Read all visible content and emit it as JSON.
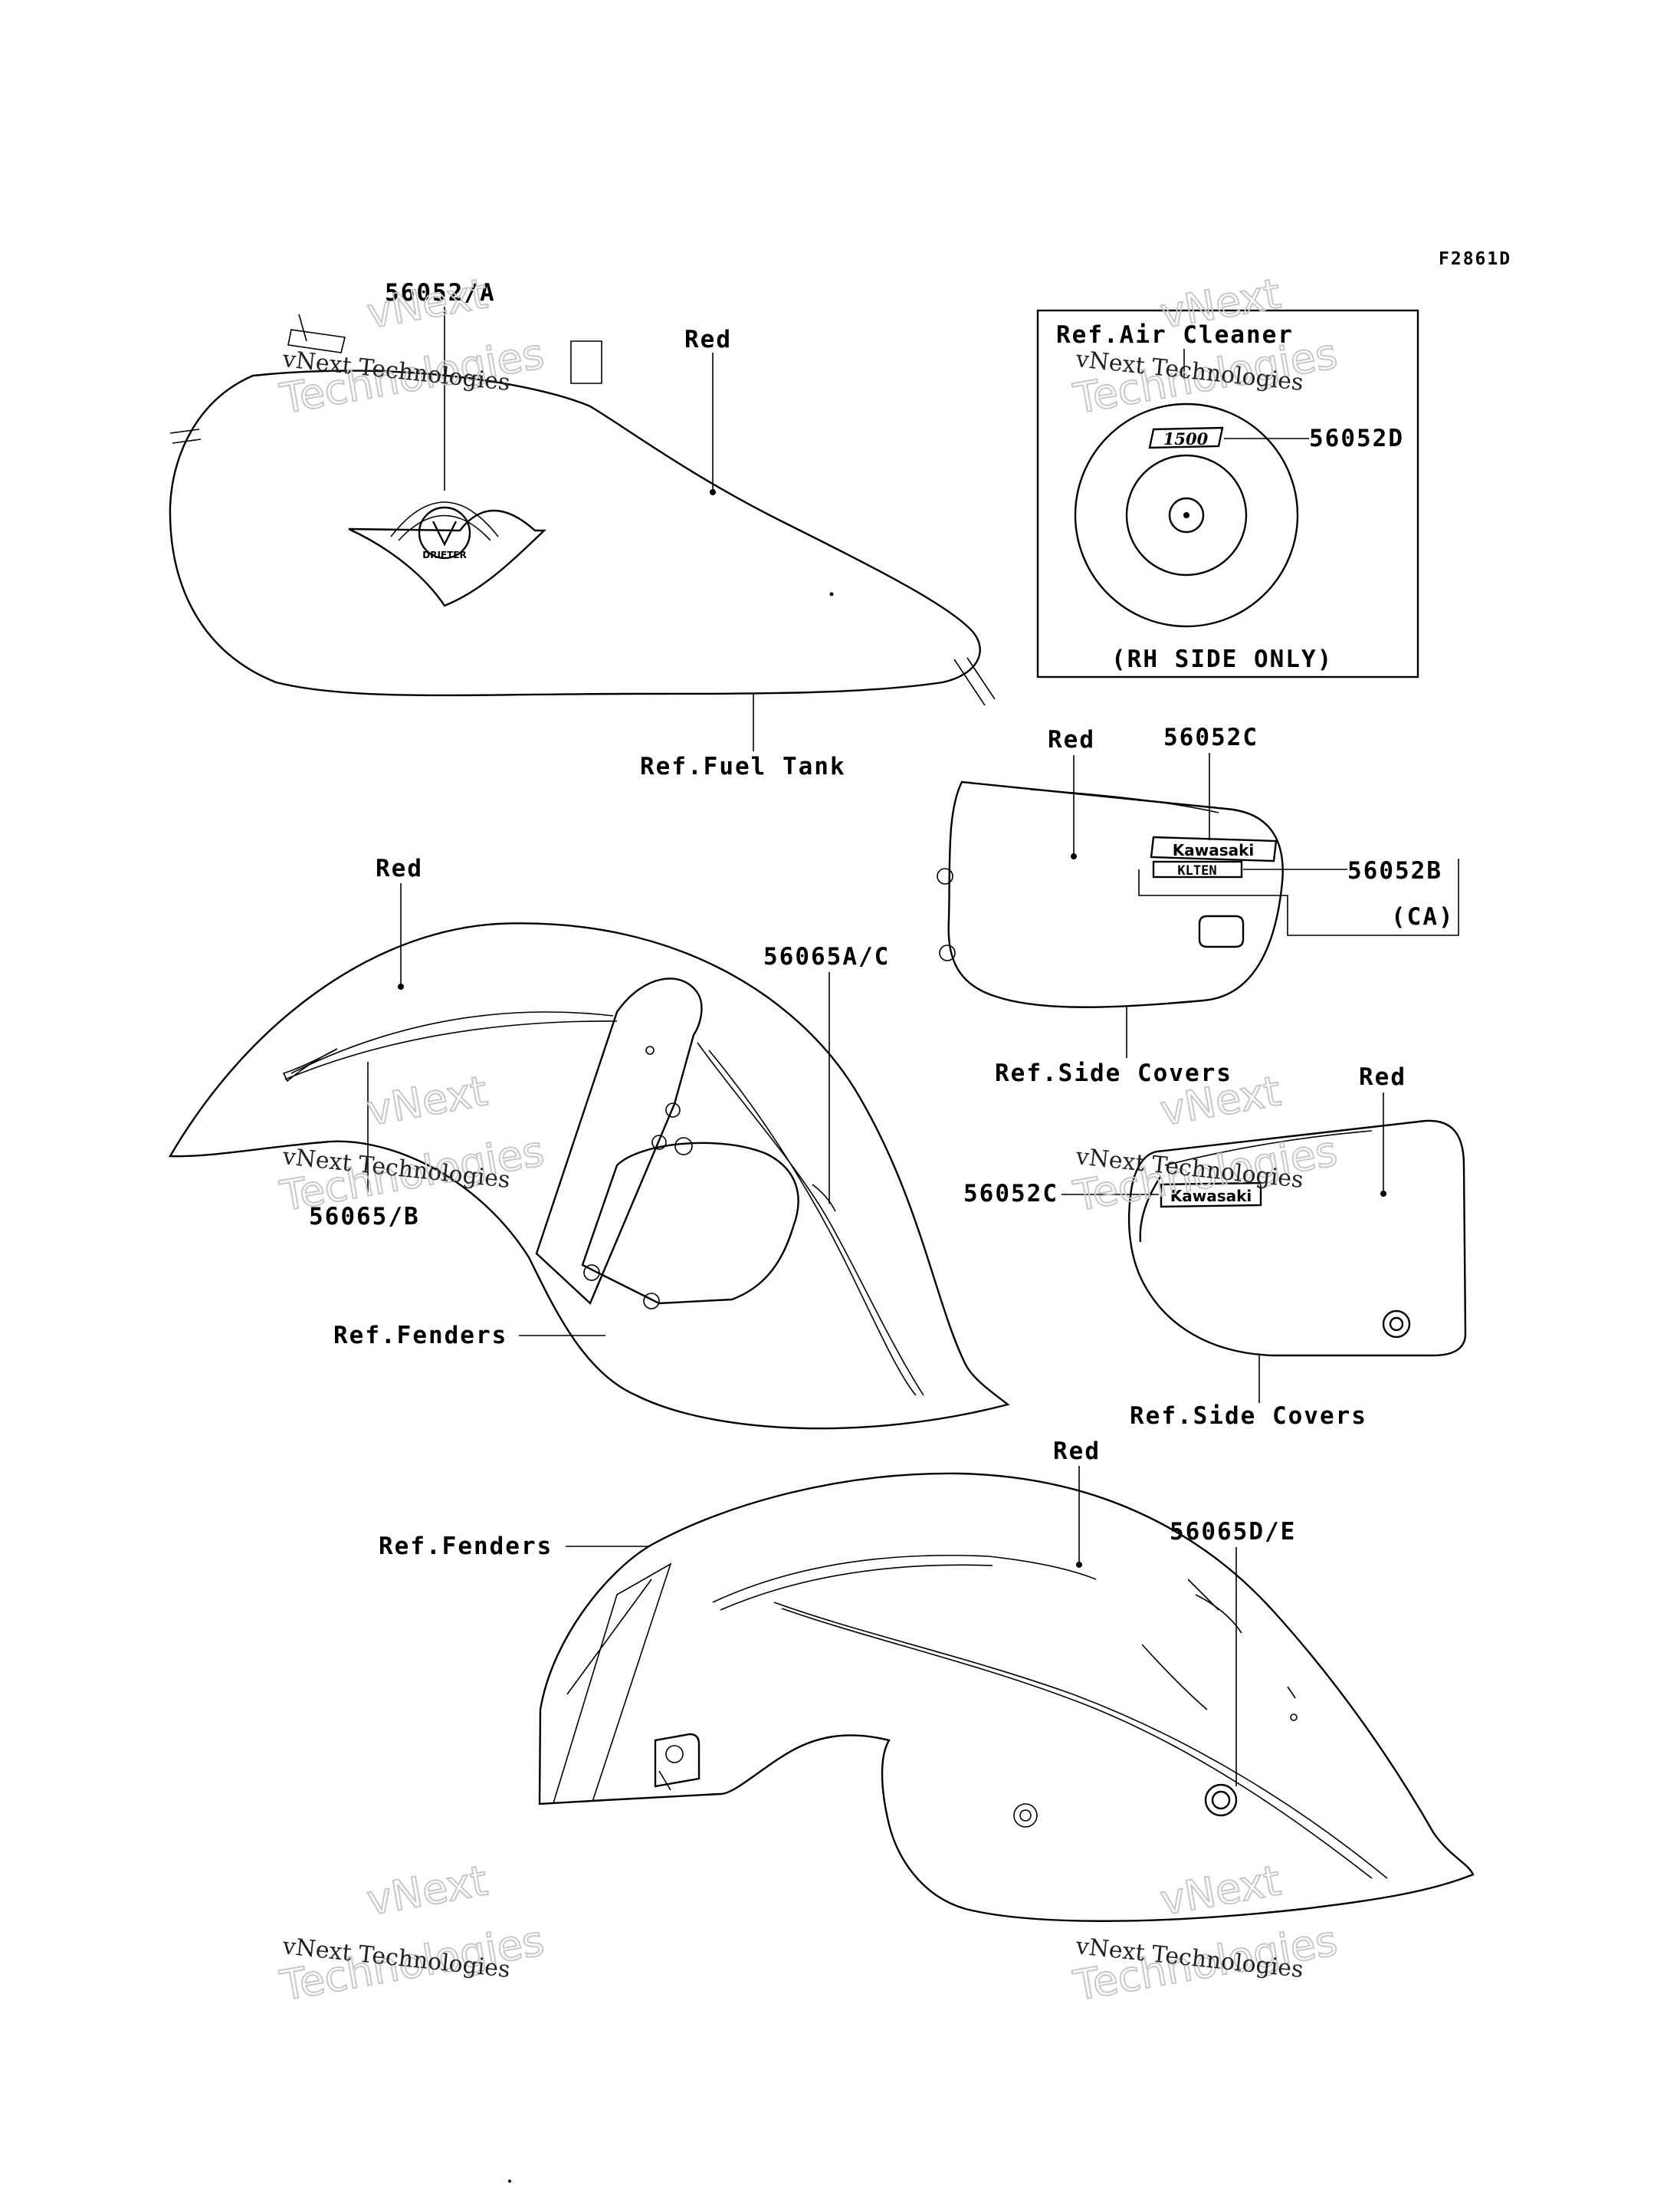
{
  "figure_id": "F2861D",
  "labels": {
    "tank_emblem": "56052/A",
    "tank_color": "Red",
    "fuel_tank_ref": "Ref.Fuel Tank",
    "air_cleaner_ref": "Ref.Air Cleaner",
    "air_cleaner_part": "56052D",
    "air_cleaner_note": "(RH SIDE ONLY)",
    "side_cover_left_color": "Red",
    "side_cover_left_part_c": "56052C",
    "side_cover_left_part_b": "56052B",
    "side_cover_left_part_b_note": "(CA)",
    "side_covers_ref_1": "Ref.Side Covers",
    "front_fender_color": "Red",
    "front_fender_part_ac": "56065A/C",
    "front_fender_part_b": "56065/B",
    "fenders_ref_1": "Ref.Fenders",
    "side_cover_right_color": "Red",
    "side_cover_right_part_c": "56052C",
    "side_covers_ref_2": "Ref.Side Covers",
    "rear_fender_color": "Red",
    "rear_fender_part_de": "56065D/E",
    "fenders_ref_2": "Ref.Fenders"
  },
  "decal_text": {
    "badge": "DRIFTER",
    "displacement": "1500",
    "brand_left": "Kawasaki",
    "brand_left_sub": "KLTEN",
    "brand_right": "Kawasaki"
  },
  "watermark": {
    "line1": "vNext Technologies",
    "line2": "vNext",
    "line3": "Technologies"
  }
}
